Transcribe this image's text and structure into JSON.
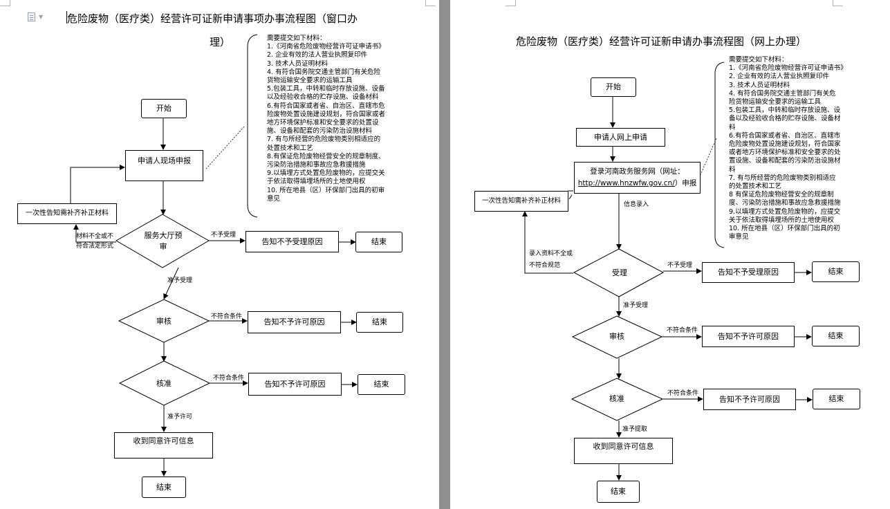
{
  "page1": {
    "title_line1": "危险废物（医疗类）经营许可证新申请事项办事流程图（窗口办",
    "title_line2": "理）",
    "materials": [
      "需要提交如下材料：",
      "1.《河南省危险废物经营许可证申请书》",
      "2. 企业有效的法人营业执照复印件",
      "3. 技术人员证明材料",
      "4. 有符合国务院交通主管部门有关危险",
      "货物运输安全要求的运输工具",
      "5.包装工具，中转和临时存放设施、设备",
      "以及经验收合格的贮存设施、设备材料",
      "6.有符合国家或者省、自治区、直辖市危",
      "险废物处置设施建设规划，符合国家或者",
      "地方环境保护标准和安全要求的处置设",
      "施、设备和配套的污染防治设施材料",
      "7. 有与所经营的危险废物类别相适应的",
      "处置技术和工艺",
      "8.有保证危险废物经营安全的规章制度、",
      "污染防治措施和事故应急救援措施",
      "9.以填埋方式处置危险废物的，应提交关",
      "于依法取得填埋场所的土地使用权",
      "10. 所在地县（区）环保部门出具的初审",
      "意见"
    ],
    "start": "开始",
    "apply": "申请人现场申报",
    "notify_supplement": "一次性告知需补齐补正材料",
    "review_hall": "服务大厅预审",
    "reject_label": "不予受理",
    "notify_reject": "告知不予受理原因",
    "end": "结束",
    "incomplete_label_1": "材料不全或不",
    "incomplete_label_2": "符合法定形式",
    "accept_label": "准予受理",
    "audit": "审核",
    "not_meet_label": "不符合条件",
    "notify_deny": "告知不予许可原因",
    "approve": "核准",
    "permit_label": "准予许可",
    "receive": "收到同意许可信息"
  },
  "page2": {
    "title": "危险废物（医疗类）经营许可证新申请办事流程图（网上办理）",
    "materials": [
      "需要提交如下材料：",
      "1.《河南省危险废物经营许可证申请书》",
      "2. 企业有效的法人营业执照复印件",
      "3. 技术人员证明材料",
      "4. 有符合国务院交通主管部门有关危",
      "险货物运输安全要求的运输工具",
      "5.包装工具，中转和临时存放设施、设",
      "备以及经验收合格的贮存设施、设备材",
      "料",
      "6.有符合国家或者省、自治区、直辖市",
      "危险废物处置设施建设规划，符合国家",
      "或者地方环境保护标准和安全要求的处",
      "置设施、设备和配套的污染防治设施材",
      "料",
      "7. 有与所经营的危险废物类别相适应",
      "的处置技术和工艺",
      "8 有保证危险废物经营安全的规章制",
      "度、污染防治措施和事故应急救援措施",
      "9.以填埋方式处置危险废物的，应提交",
      "关于依法取得填埋场所的土地使用权",
      "10. 所在地县（区）环保部门出具的初",
      "审意见"
    ],
    "start": "开始",
    "apply_online": "申请人网上申请",
    "login_line1": "登录河南政务服务网（网址：",
    "login_url": "http://www.hnzwfw.gov.cn/",
    "login_suffix": "）申报",
    "info_entry": "信息录入",
    "notify_supplement": "一次性告知需补齐补正材料",
    "entry_incomplete_1": "录入资料不全或",
    "entry_incomplete_2": "不符合规范",
    "accept": "受理",
    "reject_label": "不予受理",
    "notify_reject": "告知不予受理原因",
    "end": "结束",
    "accept_label": "准予受理",
    "audit": "审核",
    "not_meet_label": "不符合条件",
    "notify_deny": "告知不予许可原因",
    "approve": "核准",
    "permit_label": "准予提取",
    "receive": "收到同意许可信息"
  }
}
